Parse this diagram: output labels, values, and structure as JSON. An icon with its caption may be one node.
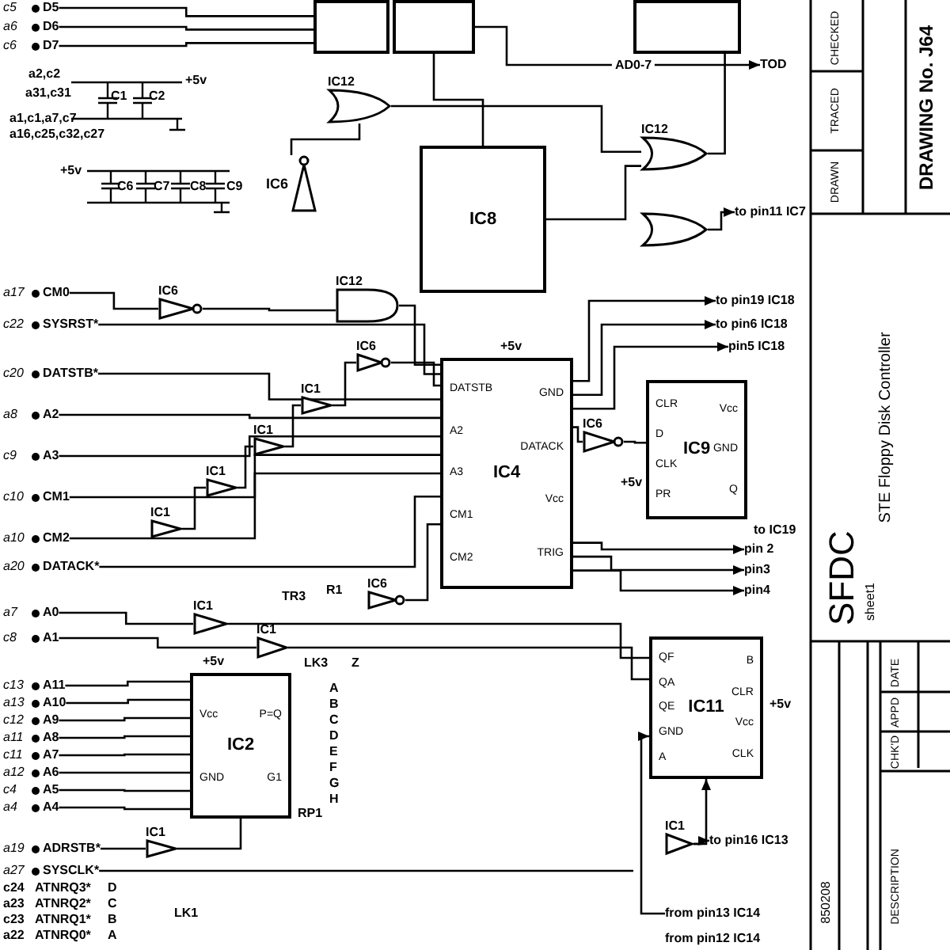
{
  "diagram": {
    "nodes": [
      {
        "text": [],
        "shape": "box"
      },
      {
        "text": [],
        "shape": "box"
      },
      {
        "text": [],
        "shape": "box"
      },
      {
        "text": [
          "IC12"
        ]
      },
      {
        "text": [
          "IC6"
        ]
      },
      {
        "text": [
          "IC8"
        ]
      },
      {
        "text": [
          "IC12"
        ]
      },
      {
        "text": [],
        "shape": "gate"
      },
      {
        "text": [
          "IC6"
        ]
      },
      {
        "text": [
          "IC12"
        ]
      },
      {
        "text": [
          "IC1"
        ]
      },
      {
        "text": [
          "IC6"
        ]
      },
      {
        "text": [
          "IC1"
        ]
      },
      {
        "text": [
          "IC1"
        ]
      },
      {
        "text": [
          "IC1"
        ]
      },
      {
        "text": [
          "IC6"
        ]
      },
      {
        "text": [
          "IC4",
          "DATSTB",
          "A2",
          "A3",
          "CM1",
          "CM2",
          "GND",
          "DATACK",
          "Vcc",
          "TRIG"
        ],
        "beside": [
          "+5v"
        ]
      },
      {
        "text": [
          "IC9",
          "CLR",
          "D",
          "CLK",
          "PR",
          "Vcc",
          "GND",
          "Q"
        ]
      },
      {
        "text": [
          "IC6"
        ]
      },
      {
        "text": [
          "IC1"
        ]
      },
      {
        "text": [
          "IC1"
        ]
      },
      {
        "text": [
          "IC2",
          "Vcc",
          "GND",
          "P=Q",
          "G1"
        ],
        "beside": [
          "RP1"
        ]
      },
      {
        "text": [
          "IC11",
          "QF",
          "QA",
          "QE",
          "GND",
          "A",
          "B",
          "CLR",
          "Vcc",
          "CLK"
        ],
        "beside": [
          "+5v"
        ]
      },
      {
        "text": [
          "IC1"
        ]
      },
      {
        "text": [
          "IC1"
        ]
      },
      {
        "text": [
          "D5"
        ],
        "beside": [
          "c5"
        ]
      },
      {
        "text": [
          "D6"
        ],
        "beside": [
          "a6"
        ]
      },
      {
        "text": [
          "D7"
        ],
        "beside": [
          "c6"
        ]
      },
      {
        "text": [
          "CM0"
        ],
        "beside": [
          "a17"
        ]
      },
      {
        "text": [
          "SYSRST*"
        ],
        "beside": [
          "c22"
        ]
      },
      {
        "text": [
          "DATSTB*"
        ],
        "beside": [
          "c20"
        ]
      },
      {
        "text": [
          "A2"
        ],
        "beside": [
          "a8"
        ]
      },
      {
        "text": [
          "A3"
        ],
        "beside": [
          "c9"
        ]
      },
      {
        "text": [
          "CM1"
        ],
        "beside": [
          "c10"
        ]
      },
      {
        "text": [
          "CM2"
        ],
        "beside": [
          "a10"
        ]
      },
      {
        "text": [
          "DATACK*"
        ],
        "beside": [
          "a20"
        ]
      },
      {
        "text": [
          "A0"
        ],
        "beside": [
          "a7"
        ]
      },
      {
        "text": [
          "A1"
        ],
        "beside": [
          "c8"
        ]
      },
      {
        "text": [
          "A11"
        ],
        "beside": [
          "c13"
        ]
      },
      {
        "text": [
          "A10"
        ],
        "beside": [
          "a13"
        ]
      },
      {
        "text": [
          "A9"
        ],
        "beside": [
          "c12"
        ]
      },
      {
        "text": [
          "A8"
        ],
        "beside": [
          "a11"
        ]
      },
      {
        "text": [
          "A7"
        ],
        "beside": [
          "c11"
        ]
      },
      {
        "text": [
          "A6"
        ],
        "beside": [
          "a12"
        ]
      },
      {
        "text": [
          "A5"
        ],
        "beside": [
          "c4"
        ]
      },
      {
        "text": [
          "A4"
        ],
        "beside": [
          "a4"
        ]
      },
      {
        "text": [
          "ADRSTB*"
        ],
        "beside": [
          "a19"
        ]
      },
      {
        "text": [
          "SYSCLK*"
        ],
        "beside": [
          "a27"
        ]
      },
      {
        "text": [
          "TOD"
        ]
      },
      {
        "text": [
          "to pin11 IC7"
        ]
      },
      {
        "text": [
          "to pin19 IC18"
        ]
      },
      {
        "text": [
          "to pin6 IC18"
        ]
      },
      {
        "text": [
          "pin5 IC18"
        ]
      },
      {
        "text": [
          "pin 2"
        ]
      },
      {
        "text": [
          "pin3"
        ]
      },
      {
        "text": [
          "pin4"
        ]
      },
      {
        "text": [
          "to pin16 IC13"
        ]
      },
      {
        "text": [
          "from pin13 IC14"
        ]
      }
    ],
    "edges": [
      {
        "from": 25,
        "to": 0,
        "arrow": "none"
      },
      {
        "from": 26,
        "to": 0,
        "arrow": "none"
      },
      {
        "from": 27,
        "to": 0,
        "arrow": "none"
      },
      {
        "from": 28,
        "to": 8,
        "arrow": "none"
      },
      {
        "from": 8,
        "to": 9,
        "arrow": "none"
      },
      {
        "from": 4,
        "to": 3,
        "arrow": "none"
      },
      {
        "from": 3,
        "to": 6,
        "arrow": "none"
      },
      {
        "from": 1,
        "to": 5,
        "arrow": "none"
      },
      {
        "from": 5,
        "to": 6,
        "arrow": "none"
      },
      {
        "from": 6,
        "to": 2,
        "arrow": "none"
      },
      {
        "from": 1,
        "to": 48,
        "arrow": "to",
        "label": "AD0-7"
      },
      {
        "from": 7,
        "to": 49,
        "arrow": "to"
      },
      {
        "from": 9,
        "to": 16,
        "arrow": "none"
      },
      {
        "from": 29,
        "to": 16,
        "arrow": "none"
      },
      {
        "from": 30,
        "to": 16,
        "arrow": "none"
      },
      {
        "from": 31,
        "to": 16,
        "arrow": "none"
      },
      {
        "from": 32,
        "to": 16,
        "arrow": "none"
      },
      {
        "from": 33,
        "to": 16,
        "arrow": "none"
      },
      {
        "from": 34,
        "to": 16,
        "arrow": "none"
      },
      {
        "from": 35,
        "to": 16,
        "arrow": "none"
      },
      {
        "from": 15,
        "to": 16,
        "arrow": "none"
      },
      {
        "from": 14,
        "to": 13,
        "arrow": "none"
      },
      {
        "from": 13,
        "to": 12,
        "arrow": "none"
      },
      {
        "from": 12,
        "to": 10,
        "arrow": "none"
      },
      {
        "from": 10,
        "to": 11,
        "arrow": "none"
      },
      {
        "from": 11,
        "to": 16,
        "arrow": "none"
      },
      {
        "from": 16,
        "to": 18,
        "arrow": "none"
      },
      {
        "from": 18,
        "to": 17,
        "arrow": "none"
      },
      {
        "from": 16,
        "to": 50,
        "arrow": "to"
      },
      {
        "from": 16,
        "to": 51,
        "arrow": "to"
      },
      {
        "from": 16,
        "to": 52,
        "arrow": "to"
      },
      {
        "from": 16,
        "to": 53,
        "arrow": "to"
      },
      {
        "from": 16,
        "to": 54,
        "arrow": "to"
      },
      {
        "from": 16,
        "to": 55,
        "arrow": "to"
      },
      {
        "from": 36,
        "to": 19,
        "arrow": "none"
      },
      {
        "from": 37,
        "to": 20,
        "arrow": "none"
      },
      {
        "from": 19,
        "to": 22,
        "arrow": "none"
      },
      {
        "from": 20,
        "to": 22,
        "arrow": "none"
      },
      {
        "from": 38,
        "to": 21,
        "arrow": "none"
      },
      {
        "from": 39,
        "to": 21,
        "arrow": "none"
      },
      {
        "from": 40,
        "to": 21,
        "arrow": "none"
      },
      {
        "from": 41,
        "to": 21,
        "arrow": "none"
      },
      {
        "from": 42,
        "to": 21,
        "arrow": "none"
      },
      {
        "from": 43,
        "to": 21,
        "arrow": "none"
      },
      {
        "from": 44,
        "to": 21,
        "arrow": "none"
      },
      {
        "from": 45,
        "to": 21,
        "arrow": "none"
      },
      {
        "from": 46,
        "to": 23,
        "arrow": "none"
      },
      {
        "from": 23,
        "to": 21,
        "arrow": "none"
      },
      {
        "from": 24,
        "to": 56,
        "arrow": "to"
      },
      {
        "from": 24,
        "to": 22,
        "arrow": "to"
      },
      {
        "from": 57,
        "to": 22,
        "arrow": "to"
      },
      {
        "from": 47,
        "to": null,
        "arrow": "none"
      }
    ],
    "labels": [
      "+5v",
      "a2,c2",
      "a31,c31",
      "C1",
      "C2",
      "a1,c1,a7,c7",
      "a16,c25,c32,c27",
      "+5v",
      "C6",
      "C7",
      "C8",
      "C9",
      "R1",
      "TR3",
      "+5v",
      "LK3",
      "Z",
      "A",
      "B",
      "C",
      "D",
      "E",
      "F",
      "G",
      "H",
      "+5v",
      "c24",
      "ATNRQ3*",
      "D",
      "a23",
      "ATNRQ2*",
      "C",
      "c23",
      "ATNRQ1*",
      "B",
      "a22",
      "ATNRQ0*",
      "A",
      "LK1",
      "from pin12 IC14",
      "to IC19",
      "CHECKED",
      "TRACED",
      "DRAWN",
      "DRAWING No. J64",
      "STE Floppy Disk Controller",
      "SFDC",
      "sheet1",
      "DATE",
      "APPD",
      "CHK'D",
      "850208",
      "DESCRIPTION"
    ]
  }
}
